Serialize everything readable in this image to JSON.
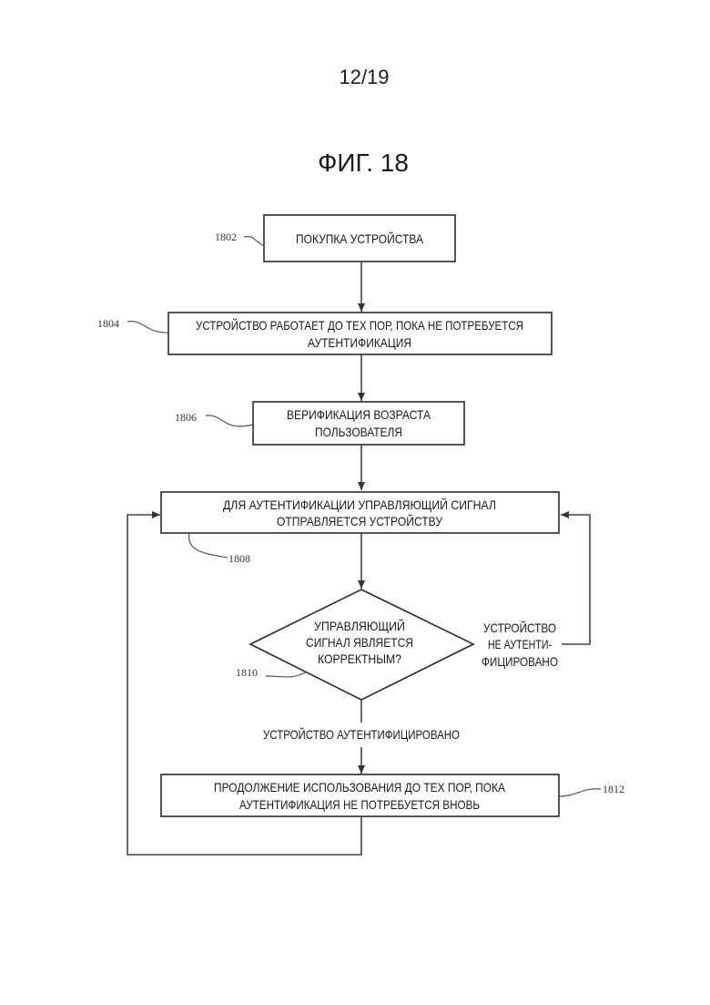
{
  "page": {
    "number": "12/19",
    "figure_title": "ФИГ. 18"
  },
  "steps": {
    "s1802": {
      "ref": "1802",
      "lines": [
        "ПОКУПКА УСТРОЙСТВА"
      ]
    },
    "s1804": {
      "ref": "1804",
      "lines": [
        "УСТРОЙСТВО РАБОТАЕТ ДО ТЕХ ПОР, ПОКА НЕ ПОТРЕБУЕТСЯ",
        "АУТЕНТИФИКАЦИЯ"
      ]
    },
    "s1806": {
      "ref": "1806",
      "lines": [
        "ВЕРИФИКАЦИЯ ВОЗРАСТА",
        "ПОЛЬЗОВАТЕЛЯ"
      ]
    },
    "s1808": {
      "ref": "1808",
      "lines": [
        "ДЛЯ АУТЕНТИФИКАЦИИ УПРАВЛЯЮЩИЙ СИГНАЛ",
        "ОТПРАВЛЯЕТСЯ УСТРОЙСТВУ"
      ]
    },
    "s1810": {
      "ref": "1810",
      "lines": [
        "УПРАВЛЯЮЩИЙ",
        "СИГНАЛ ЯВЛЯЕТСЯ",
        "КОРРЕКТНЫМ?"
      ]
    },
    "s1812": {
      "ref": "1812",
      "lines": [
        "ПРОДОЛЖЕНИЕ ИСПОЛЬЗОВАНИЯ ДО ТЕХ ПОР, ПОКА",
        "АУТЕНТИФИКАЦИЯ НЕ ПОТРЕБУЕТСЯ ВНОВЬ"
      ]
    }
  },
  "branches": {
    "no": [
      "УСТРОЙСТВО",
      "НЕ АУТЕНТИ-",
      "ФИЦИРОВАНО"
    ],
    "yes": "УСТРОЙСТВО АУТЕНТИФИЦИРОВАНО"
  }
}
